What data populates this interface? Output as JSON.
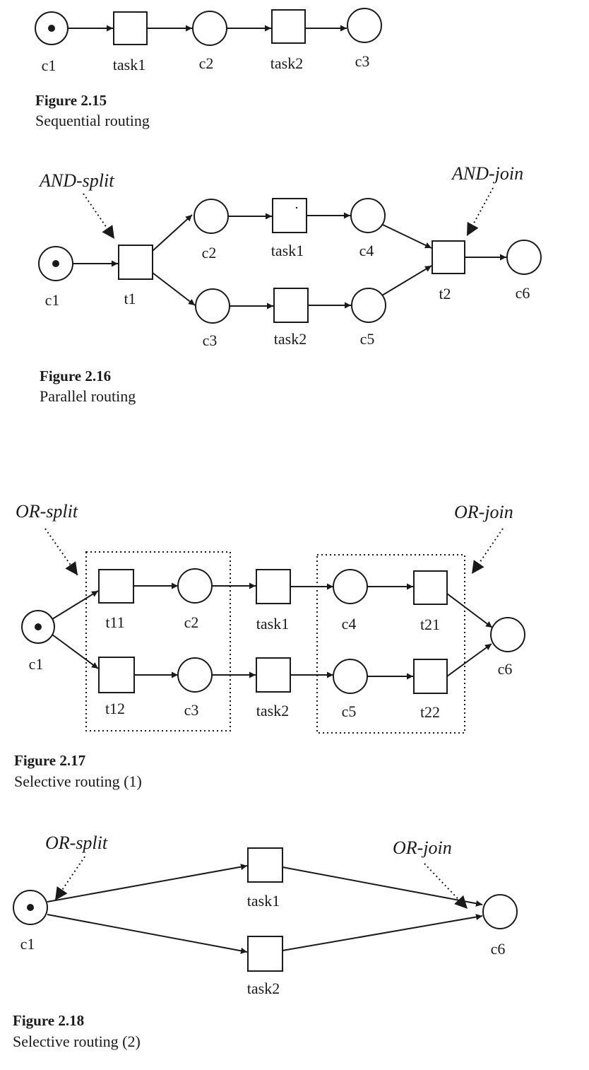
{
  "figures": [
    {
      "number": "Figure 2.15",
      "caption": "Sequential routing",
      "labels": {
        "c1": "c1",
        "task1": "task1",
        "c2": "c2",
        "task2": "task2",
        "c3": "c3"
      }
    },
    {
      "number": "Figure 2.16",
      "caption": "Parallel routing",
      "annotations": {
        "split": "AND-split",
        "join": "AND-join"
      },
      "labels": {
        "c1": "c1",
        "t1": "t1",
        "c2": "c2",
        "c3": "c3",
        "task1": "task1",
        "task2": "task2",
        "c4": "c4",
        "c5": "c5",
        "t2": "t2",
        "c6": "c6"
      }
    },
    {
      "number": "Figure 2.17",
      "caption": "Selective routing (1)",
      "annotations": {
        "split": "OR-split",
        "join": "OR-join"
      },
      "labels": {
        "c1": "c1",
        "t11": "t11",
        "t12": "t12",
        "c2": "c2",
        "c3": "c3",
        "task1": "task1",
        "task2": "task2",
        "c4": "c4",
        "c5": "c5",
        "t21": "t21",
        "t22": "t22",
        "c6": "c6"
      }
    },
    {
      "number": "Figure 2.18",
      "caption": "Selective routing (2)",
      "annotations": {
        "split": "OR-split",
        "join": "OR-join"
      },
      "labels": {
        "c1": "c1",
        "task1": "task1",
        "task2": "task2",
        "c6": "c6"
      }
    }
  ]
}
